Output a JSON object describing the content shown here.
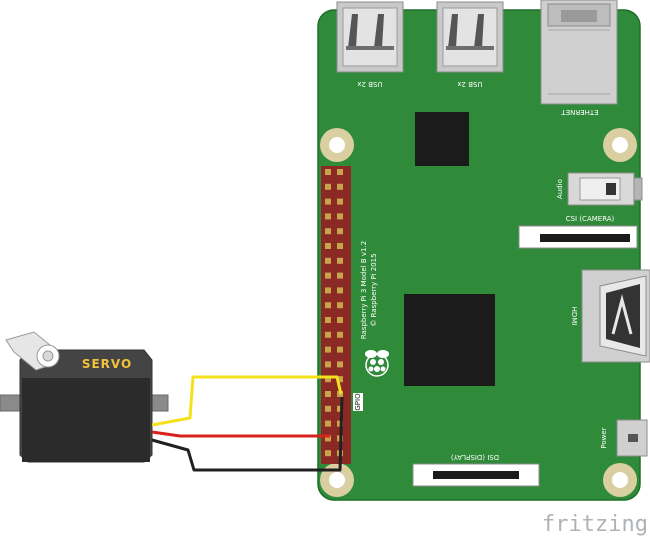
{
  "diagram": {
    "board": {
      "model_line1": "Raspberry Pi 3 Model B v1.2",
      "model_line2": "© Raspberry Pi 2015",
      "gpio_label": "GPIO",
      "usb_labels": [
        "USB 2x",
        "USB 2x"
      ],
      "ethernet_label": "ETHERNET",
      "audio_label": "Audio",
      "csi_label": "CSI (CAMERA)",
      "hdmi_label": "HDMI",
      "dsi_label": "DSI (DISPLAY)",
      "power_label": "Power"
    },
    "servo": {
      "label": "SERVO"
    },
    "wires": [
      {
        "color": "yellow",
        "hex": "#f4e11d"
      },
      {
        "color": "red",
        "hex": "#d8211b"
      },
      {
        "color": "black",
        "hex": "#202020"
      }
    ],
    "watermark": "fritzing"
  },
  "colors": {
    "board_green": "#2f8a3a",
    "board_edge": "#1f6d2a",
    "header_red": "#8b2a25",
    "chip_black": "#1b1b1b"
  }
}
